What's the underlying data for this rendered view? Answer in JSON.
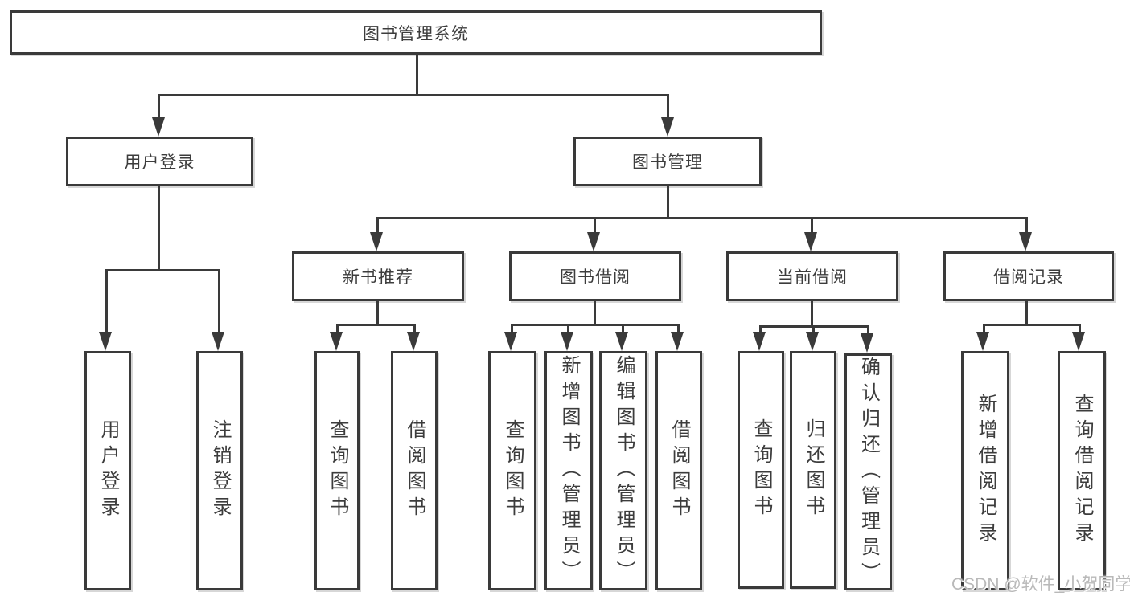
{
  "diagram": {
    "root": {
      "label": "图书管理系统"
    },
    "level2": [
      {
        "label": "用户登录"
      },
      {
        "label": "图书管理"
      }
    ],
    "level3": [
      {
        "label": "新书推荐"
      },
      {
        "label": "图书借阅"
      },
      {
        "label": "当前借阅"
      },
      {
        "label": "借阅记录"
      }
    ],
    "leaves": {
      "user_login": [
        "用户登录",
        "注销登录"
      ],
      "new_books": [
        "查询图书",
        "借阅图书"
      ],
      "book_borrow": [
        "查询图书",
        "新增图书（管理员）",
        "编辑图书（管理员）",
        "借阅图书"
      ],
      "current_borrow": [
        "查询图书",
        "归还图书",
        "确认归还（管理员）"
      ],
      "borrow_records": [
        "新增借阅记录",
        "查询借阅记录"
      ]
    },
    "watermark": "CSDN @软件_小贺同学",
    "colors": {
      "border": "#3a3a3a",
      "text": "#3c3c3c",
      "background": "#ffffff",
      "watermark": "#b9b9b9"
    }
  }
}
